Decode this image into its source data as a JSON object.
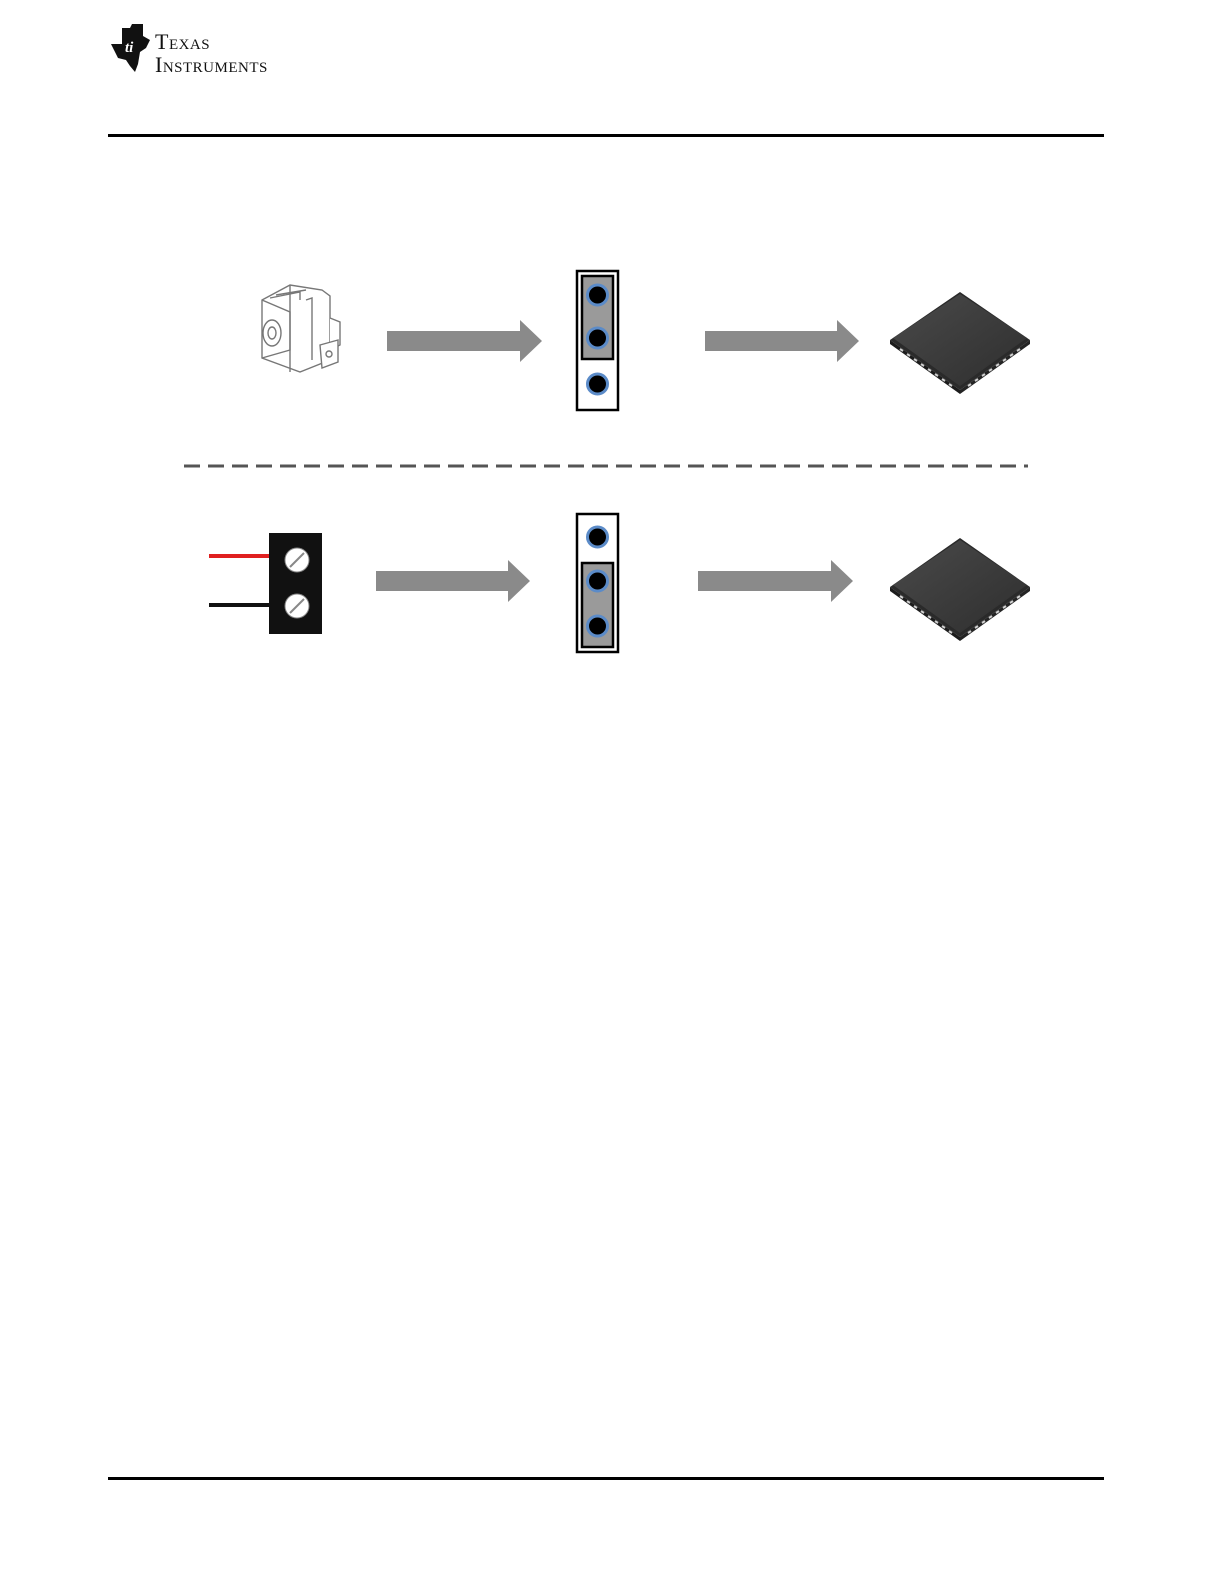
{
  "header": {
    "logo_line1": "Texas",
    "logo_line2": "Instruments"
  },
  "diagram": {
    "rows": [
      {
        "source": "barrel-jack",
        "jumper_pins": 3,
        "jumper_shorted_pins": [
          1,
          2
        ],
        "target": "qfn-chip"
      },
      {
        "source": "screw-terminal",
        "jumper_pins": 3,
        "jumper_shorted_pins": [
          2,
          3
        ],
        "target": "qfn-chip"
      }
    ],
    "colors": {
      "arrow": "#8a8a8a",
      "jumper_shunt": "#9a9a9a",
      "pin_ring": "#5b8bc8",
      "pin_hole": "#000000",
      "chip_body": "#3c3c3c",
      "wire_positive": "#e02020",
      "wire_negative": "#111111"
    }
  }
}
